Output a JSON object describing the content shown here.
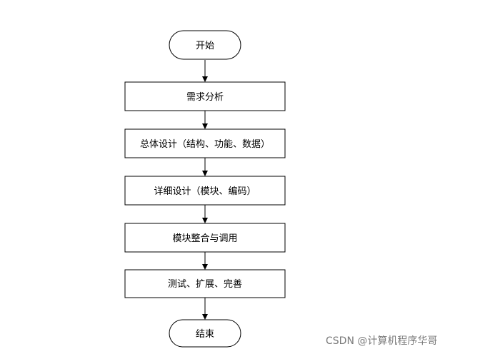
{
  "flowchart": {
    "nodes": [
      {
        "id": "start",
        "shape": "terminal",
        "label": "开始"
      },
      {
        "id": "req",
        "shape": "process",
        "label": "需求分析"
      },
      {
        "id": "overall",
        "shape": "process",
        "label": "总体设计（结构、功能、数据）"
      },
      {
        "id": "detail",
        "shape": "process",
        "label": "详细设计（模块、编码）"
      },
      {
        "id": "integrate",
        "shape": "process",
        "label": "模块整合与调用"
      },
      {
        "id": "test",
        "shape": "process",
        "label": "测试、扩展、完善"
      },
      {
        "id": "end",
        "shape": "terminal",
        "label": "结束"
      }
    ],
    "edges": [
      [
        "start",
        "req"
      ],
      [
        "req",
        "overall"
      ],
      [
        "overall",
        "detail"
      ],
      [
        "detail",
        "integrate"
      ],
      [
        "integrate",
        "test"
      ],
      [
        "test",
        "end"
      ]
    ],
    "colors": {
      "stroke": "#000000",
      "fill": "#ffffff"
    }
  },
  "watermark": "CSDN @计算机程序华哥"
}
